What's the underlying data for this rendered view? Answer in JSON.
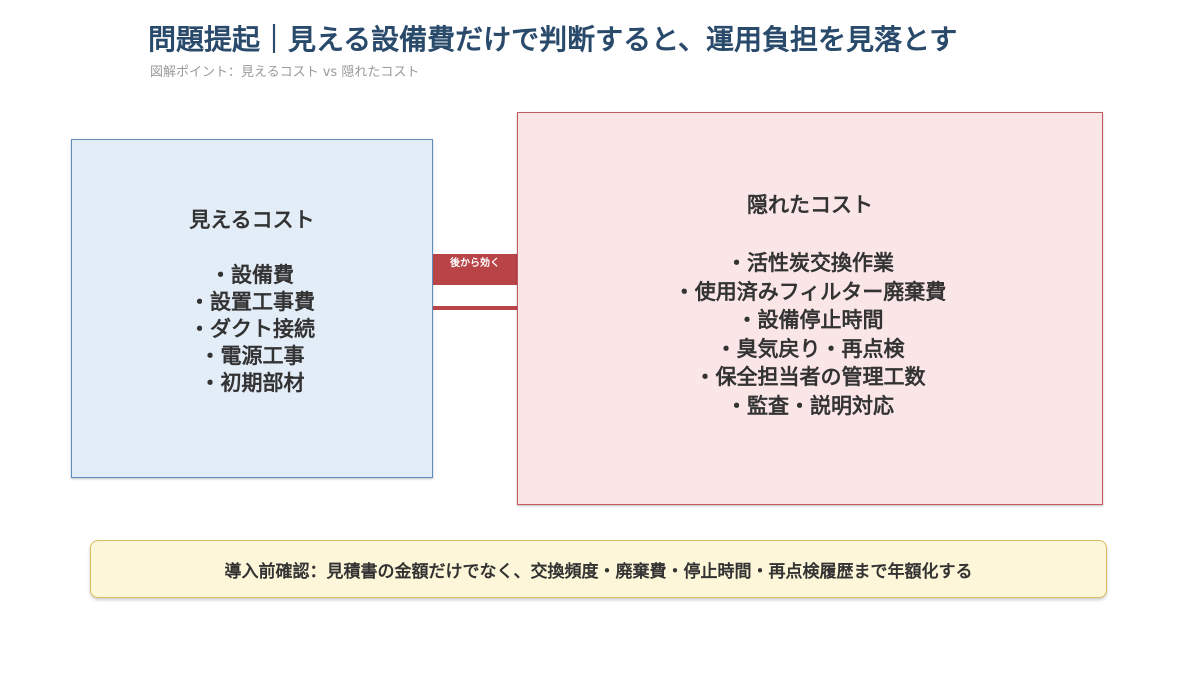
{
  "header": {
    "title": "問題提起｜見える設備費だけで判断すると、運用負担を見落とす",
    "subtitle": "図解ポイント：見えるコスト vs 隠れたコスト"
  },
  "visible_cost": {
    "title": "見えるコスト",
    "items": [
      "・設備費",
      "・設置工事費",
      "・ダクト接続",
      "・電源工事",
      "・初期部材"
    ]
  },
  "connector": {
    "label": "後から効く"
  },
  "hidden_cost": {
    "title": "隠れたコスト",
    "items": [
      "・活性炭交換作業",
      "・使用済みフィルター廃棄費",
      "・設備停止時間",
      "・臭気戻り・再点検",
      "・保全担当者の管理工数",
      "・監査・説明対応"
    ]
  },
  "note": {
    "text": "導入前確認：見積書の金額だけでなく、交換頻度・廃棄費・停止時間・再点検履歴まで年額化する"
  },
  "colors": {
    "title": "#2a4a6b",
    "visible_fill": "#e3edf8",
    "visible_border": "#5e8fbe",
    "hidden_fill": "#fbe6e7",
    "hidden_border": "#c25a5f",
    "connector": "#b84447",
    "note_fill": "#fdf6d8",
    "note_border": "#d9bd5e"
  }
}
